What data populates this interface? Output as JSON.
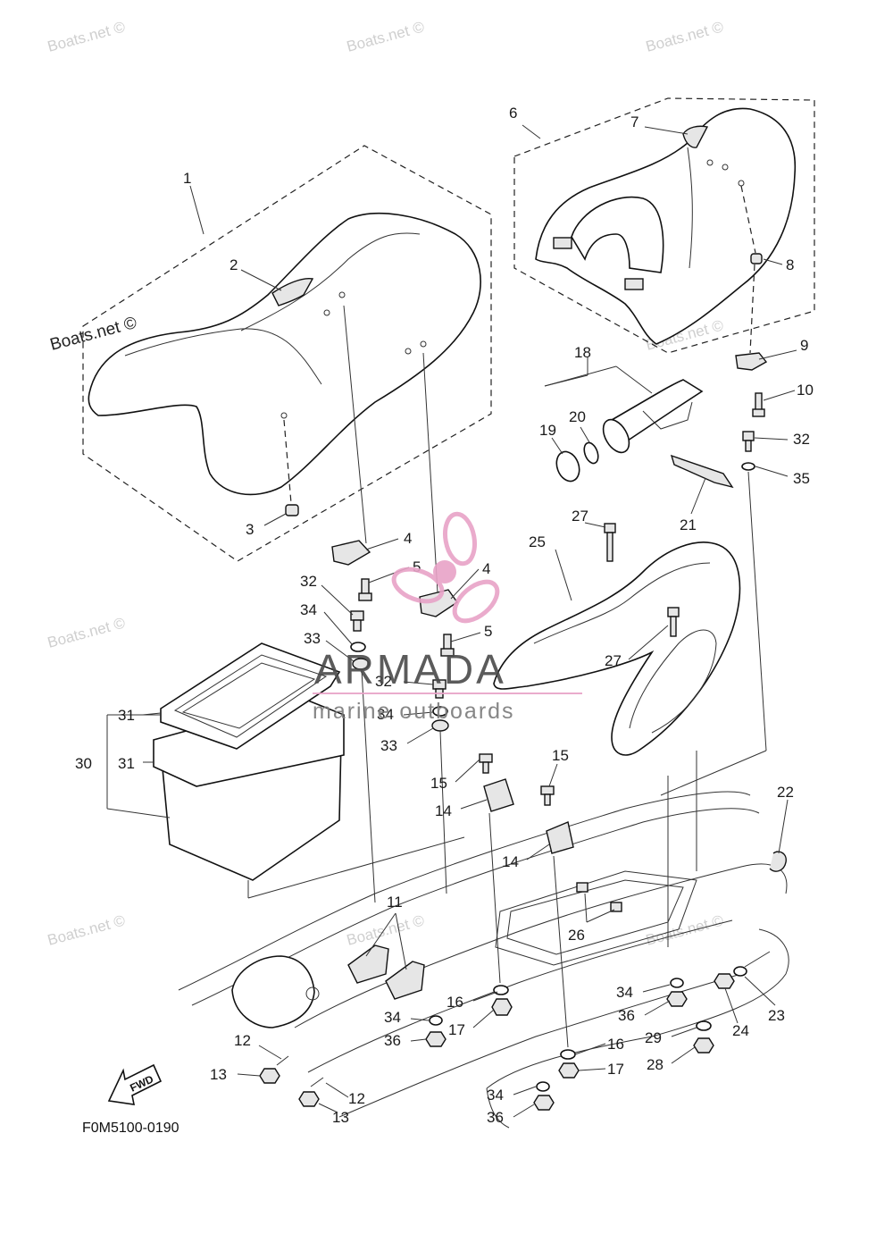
{
  "diagram_code": "F0M5100-0190",
  "direction_label": "FWD",
  "watermark": {
    "text": "Boats.net ©",
    "main_text": "Boats.net ©"
  },
  "logo": {
    "brand": "ARMADA",
    "tagline": "marine outboards",
    "accent": "#e8a3c7"
  },
  "callouts": {
    "c1": "1",
    "c2": "2",
    "c3": "3",
    "c4a": "4",
    "c4b": "4",
    "c5a": "5",
    "c5b": "5",
    "c6": "6",
    "c7": "7",
    "c8": "8",
    "c9": "9",
    "c10": "10",
    "c11": "11",
    "c12a": "12",
    "c12b": "12",
    "c13a": "13",
    "c13b": "13",
    "c14a": "14",
    "c14b": "14",
    "c15a": "15",
    "c15b": "15",
    "c16a": "16",
    "c16b": "16",
    "c17a": "17",
    "c17b": "17",
    "c18": "18",
    "c19": "19",
    "c20": "20",
    "c21": "21",
    "c22": "22",
    "c23": "23",
    "c24": "24",
    "c25": "25",
    "c26": "26",
    "c27a": "27",
    "c27b": "27",
    "c28": "28",
    "c29": "29",
    "c30": "30",
    "c31a": "31",
    "c31b": "31",
    "c32a": "32",
    "c32b": "32",
    "c32c": "32",
    "c33a": "33",
    "c33b": "33",
    "c34a": "34",
    "c34b": "34",
    "c34c": "34",
    "c34d": "34",
    "c34e": "34",
    "c35": "35",
    "c36a": "36",
    "c36b": "36",
    "c36c": "36"
  }
}
